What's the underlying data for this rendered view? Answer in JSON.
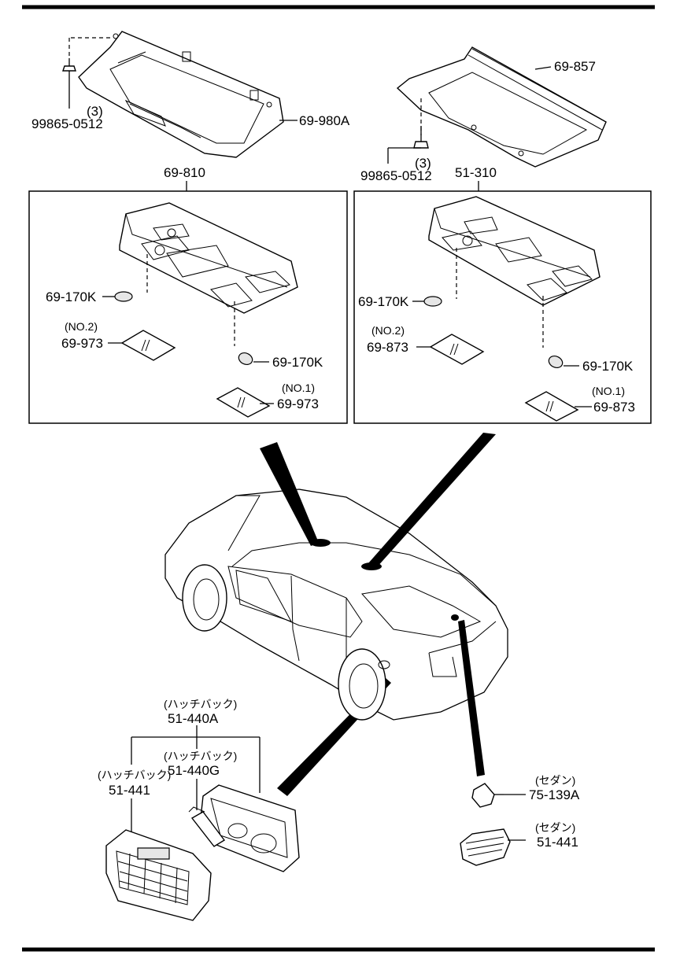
{
  "parts": {
    "screw_top_left": "99865-0512",
    "screw_top_left_qty": "(3)",
    "trim_left": "69-980A",
    "trim_right": "69-857",
    "screw_top_right": "99865-0512",
    "screw_top_right_qty": "(3)",
    "console_left": "69-810",
    "console_right": "51-310",
    "bulb_left_1": "69-170K",
    "bulb_left_2": "69-170K",
    "lens_left_no2_tag": "(NO.2)",
    "lens_left_no2": "69-973",
    "lens_left_no1_tag": "(NO.1)",
    "lens_left_no1": "69-973",
    "bulb_right_1": "69-170K",
    "bulb_right_2": "69-170K",
    "lens_right_no2_tag": "(NO.2)",
    "lens_right_no2": "69-873",
    "lens_right_no1_tag": "(NO.1)",
    "lens_right_no1": "69-873",
    "hatch_assy_tag": "(ハッチバック)",
    "hatch_assy": "51-440A",
    "hatch_housing_tag": "(ハッチバック)",
    "hatch_housing": "51-440G",
    "hatch_lens_tag": "(ハッチバック)",
    "hatch_lens": "51-441",
    "sedan_bulb_tag": "(セダン)",
    "sedan_bulb": "75-139A",
    "sedan_lens_tag": "(セダン)",
    "sedan_lens": "51-441"
  }
}
